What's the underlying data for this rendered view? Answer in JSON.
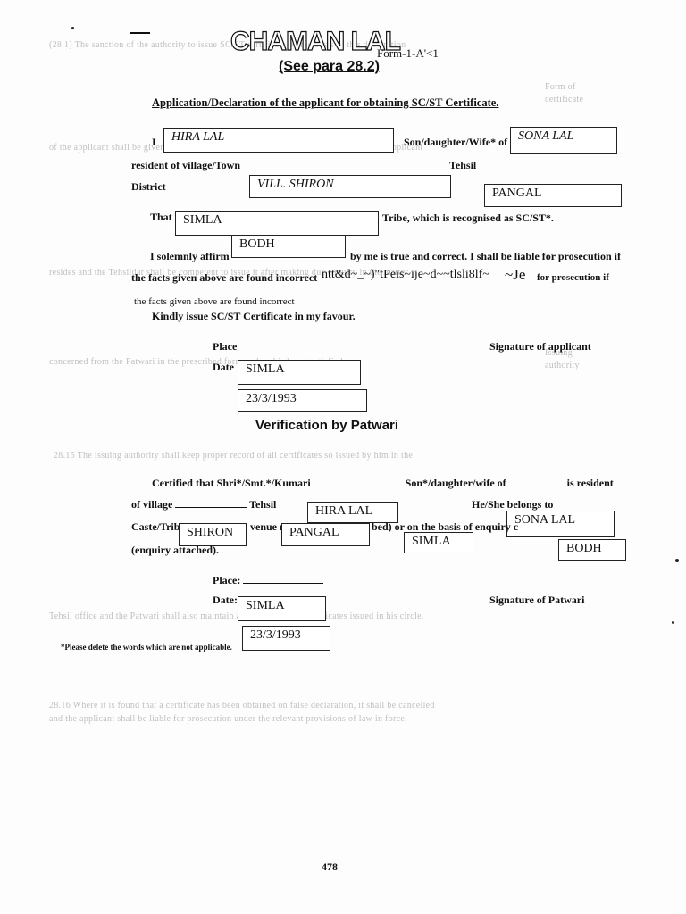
{
  "header": {
    "stamp_name": "CHAMAN LAL",
    "form_label": "Form-1-A'<1",
    "para_ref": "(See para 28.2)",
    "title": "Application/Declaration of the applicant for obtaining SC/ST Certificate."
  },
  "application": {
    "lbl_i": "I",
    "lbl_son_of": "Son/daughter/Wife* of",
    "lbl_resident_village": "resident of village/Town",
    "lbl_tehsil": "Tehsil",
    "lbl_district": "District",
    "lbl_that": "That",
    "lbl_tribe": "Tribe, which is recognised as SC/ST*.",
    "affirm_line": "I solemnly affirm",
    "affirm_tail": "by me is true and correct. I shall be liable for prosecution if",
    "garbled_left": "the facts given above are found incorrect",
    "garbled_mid": "ntt&d~_~)\"tPeis~ije~d~~tlsli8lf~",
    "garbled_je": "~Je",
    "garbled_tail": "for prosecution if",
    "incorrect_line": "the facts given above are found incorrect",
    "kindly_issue": "Kindly issue SC/ST  Certificate in my favour.",
    "lbl_place": "Place",
    "lbl_date": "Date",
    "lbl_signature_applicant": "Signature of applicant"
  },
  "filled": {
    "name": "HIRA LAL",
    "father": "SONA LAL",
    "village": "VILL. SHIRON",
    "tehsil": "PANGAL",
    "district": "SIMLA",
    "tribe": "BODH",
    "place": "SIMLA",
    "date": "23/3/1993"
  },
  "verification": {
    "heading": "Verification by Patwari",
    "certified_prefix": "Certified that Shri*/Smt.*/Kumari",
    "certified_mid": "Son*/daughter/wife of",
    "certified_suffix": "is resident",
    "of_village": "of village",
    "tehsil": "Tehsil",
    "belongs": "He/She belongs to",
    "caste_tribe": "Caste/Trib",
    "revenue": "venue re",
    "basis": "bed) or on the basis of enquiry c",
    "enquiry": "(enquiry attached).",
    "place": "Place:",
    "date": "Date:",
    "signature_patwari": "Signature of Patwari",
    "delete_note": "*Please delete the words which are not applicable."
  },
  "verification_filled": {
    "name": "HIRA LAL",
    "father": "SONA LAL",
    "village": "SHIRON",
    "tehsil": "PANGAL",
    "district": "SIMLA",
    "tribe": "BODH",
    "place": "SIMLA",
    "date": "23/3/1993"
  },
  "ghost_text": {
    "g1": "(28.1) The sanction of the authority to issue SC/ST certificate on the basis of this declaration",
    "g2": "of the applicant shall be given by the Deputy Commissioner of the District in which the applicant",
    "g3": "resides and the Tehsildar shall be competent to issue it after making due enquiry in the matter",
    "g4": "concerned from the Patwari in the prescribed form and on his being satisfied.",
    "g5": "28.15 The issuing authority shall keep proper record of all certificates so issued by him in the",
    "g6": "Tehsil office and the Patwari shall also maintain a register of such certificates issued in his circle.",
    "g7": "28.16 Where it is found that a certificate has been obtained on false declaration, it shall be cancelled",
    "g8": "and the applicant shall be liable for prosecution under the relevant provisions of law in force.",
    "side1": "Form of",
    "side2": "certificate",
    "side3": "Issuing",
    "side4": "authority",
    "page_no": "478"
  }
}
